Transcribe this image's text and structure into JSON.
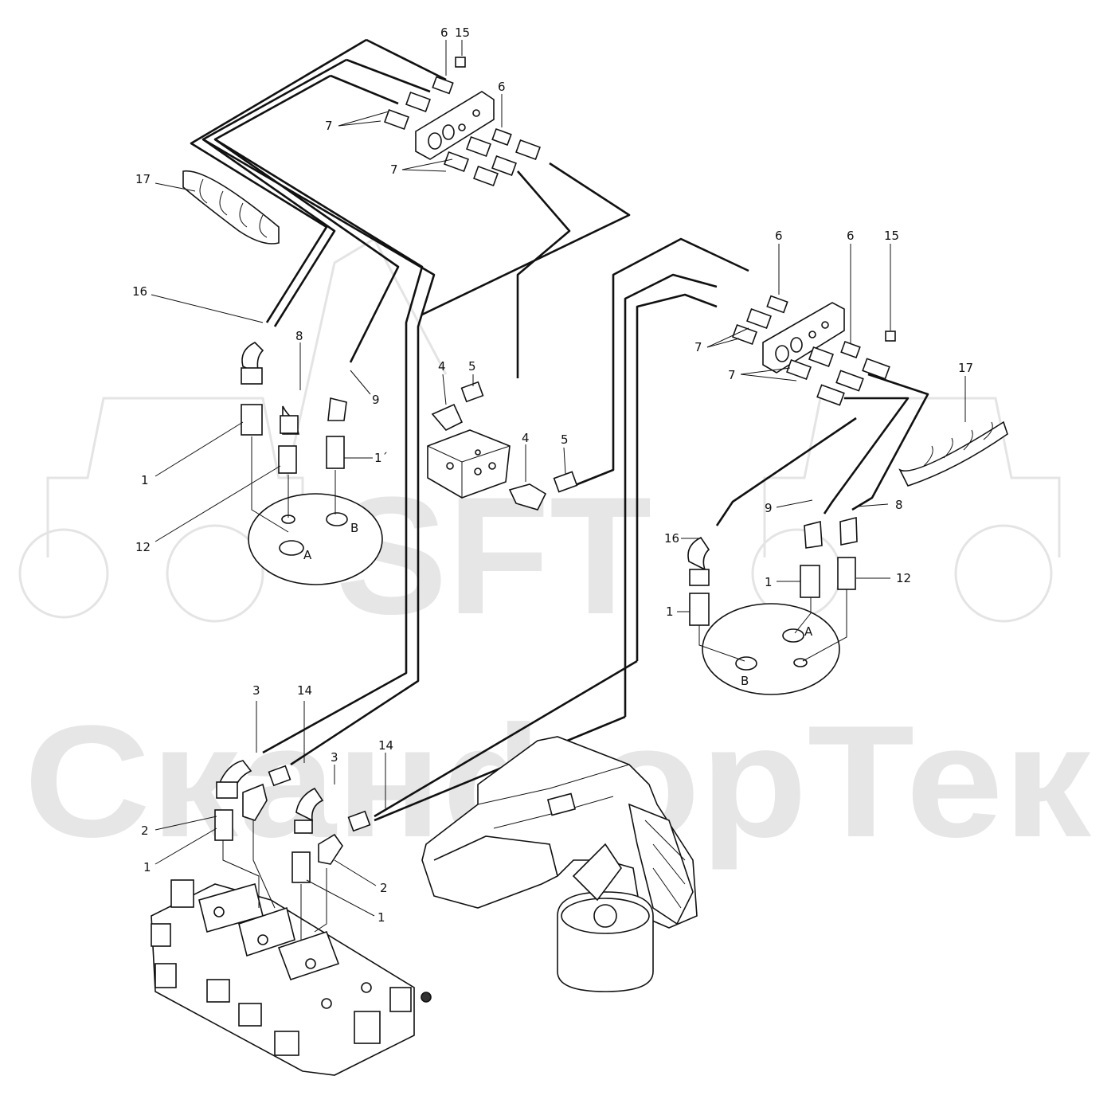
{
  "watermark": {
    "logo": "SFT",
    "brand": "СканфорТек"
  },
  "callouts": {
    "top_6a": "6",
    "top_15a": "15",
    "top_6b": "6",
    "top_7a": "7",
    "top_7b": "7",
    "top_17": "17",
    "left_16": "16",
    "left_8": "8",
    "left_9": "9",
    "left_1": "1",
    "left_1prime": "1´",
    "left_12": "12",
    "left_A": "A",
    "left_B": "B",
    "mid_4a": "4",
    "mid_5a": "5",
    "mid_4b": "4",
    "mid_5b": "5",
    "right_6a": "6",
    "right_6b": "6",
    "right_15": "15",
    "right_7a": "7",
    "right_7b": "7",
    "right_17": "17",
    "right_9": "9",
    "right_8": "8",
    "right_16": "16",
    "right_1a": "1",
    "right_12": "12",
    "right_1b": "1",
    "right_A": "A",
    "right_B": "B",
    "bot_3a": "3",
    "bot_14a": "14",
    "bot_3b": "3",
    "bot_14b": "14",
    "bot_2a": "2",
    "bot_1a": "1",
    "bot_2b": "2",
    "bot_1b": "1"
  }
}
